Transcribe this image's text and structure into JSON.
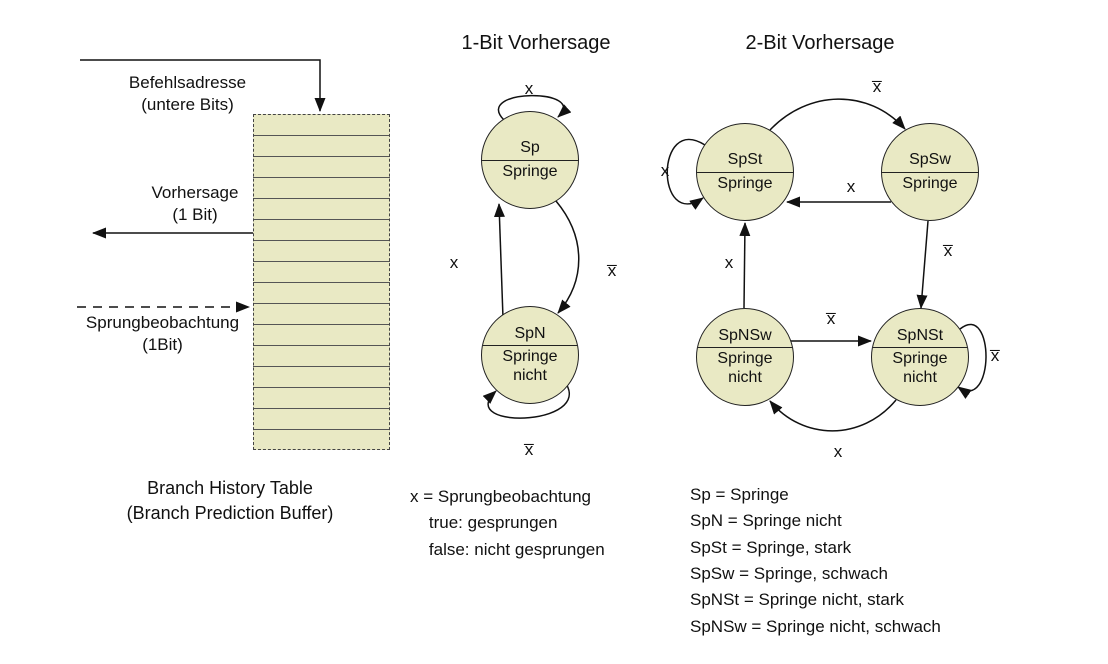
{
  "colors": {
    "state_fill": "#e9e9c4",
    "stroke": "#111111"
  },
  "bht": {
    "rows": 16,
    "label_befehlsadresse": "Befehlsadresse\n(untere Bits)",
    "label_vorhersage": "Vorhersage\n(1 Bit)",
    "label_sprungbeobachtung": "Sprungbeobachtung\n(1Bit)",
    "caption": "Branch History Table\n(Branch Prediction Buffer)"
  },
  "fsm1": {
    "title": "1-Bit Vorhersage",
    "states": {
      "sp": {
        "name": "Sp",
        "desc": "Springe"
      },
      "spn": {
        "name": "SpN",
        "desc": "Springe\nnicht"
      }
    },
    "transitions": {
      "sp_self": "x",
      "sp_to_spn": "x̅",
      "spn_to_sp": "x",
      "spn_self": "x̅"
    },
    "legend": "x = Sprungbeobachtung\n    true: gesprungen\n    false: nicht gesprungen"
  },
  "fsm2": {
    "title": "2-Bit Vorhersage",
    "states": {
      "spst": {
        "name": "SpSt",
        "desc": "Springe"
      },
      "spsw": {
        "name": "SpSw",
        "desc": "Springe"
      },
      "spnsw": {
        "name": "SpNSw",
        "desc": "Springe\nnicht"
      },
      "spnst": {
        "name": "SpNSt",
        "desc": "Springe\nnicht"
      }
    },
    "transitions": {
      "spst_self": "x",
      "spst_to_spsw": "x̅",
      "spsw_to_spst": "x",
      "spsw_to_spnst": "x̅",
      "spnsw_to_spnst": "x̅",
      "spnst_self": "x̅",
      "spnst_to_spnsw": "x",
      "spnsw_to_spst": "x"
    },
    "legend": "Sp = Springe\nSpN = Springe nicht\nSpSt = Springe, stark\nSpSw = Springe, schwach\nSpNSt = Springe nicht, stark\nSpNSw = Springe nicht, schwach"
  }
}
